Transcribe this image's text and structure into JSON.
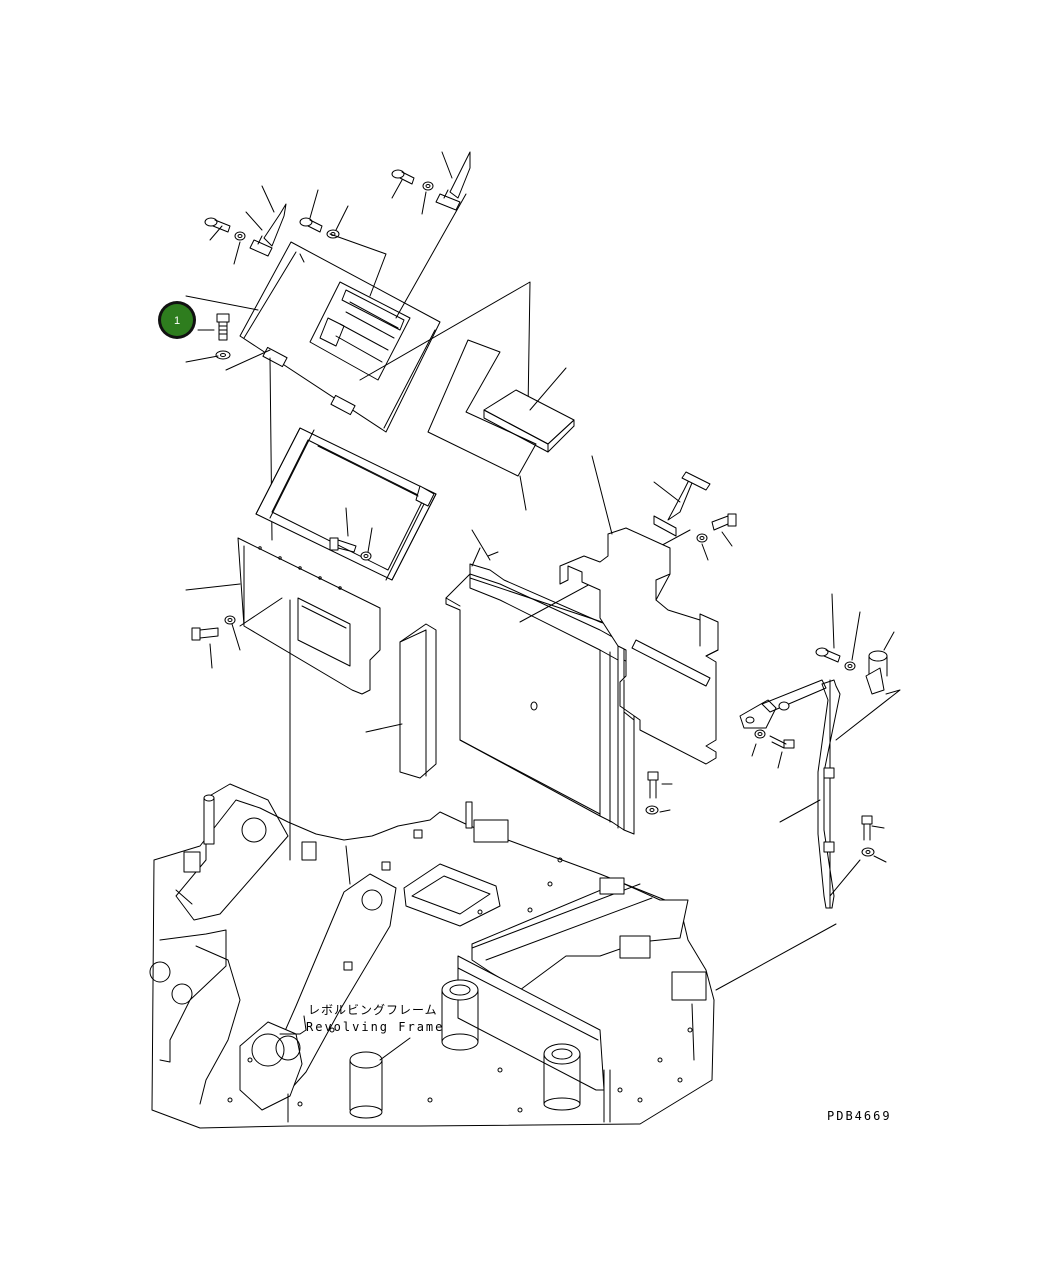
{
  "diagram": {
    "drawing_code": "PDB4669",
    "frame_label_jp": "レボルビングフレーム",
    "frame_label_en": "Revolving Frame",
    "callout": {
      "number": "1",
      "color": "#2e7d1e",
      "ring_color": "#111111"
    }
  }
}
